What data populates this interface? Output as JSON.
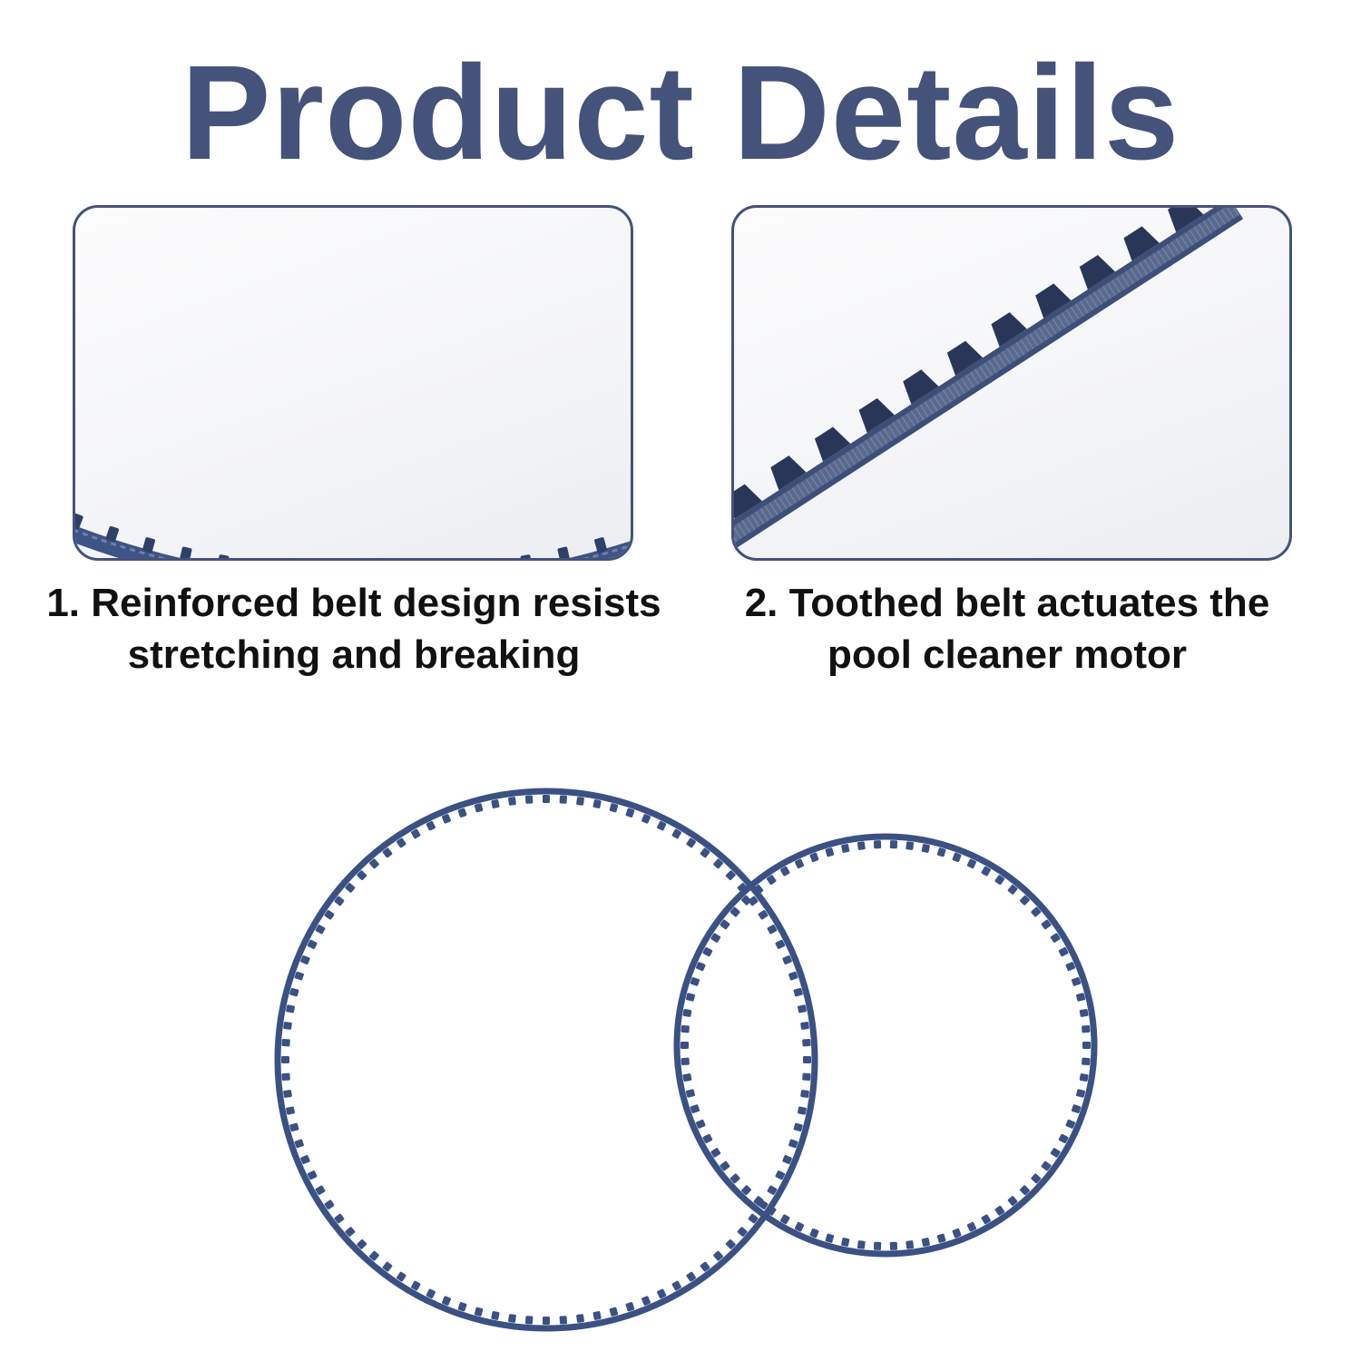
{
  "page": {
    "title": "Product Details",
    "accent_color": "#45527a",
    "belt_color": "#3b5183",
    "caption_color": "#111111"
  },
  "features": [
    {
      "caption": "1. Reinforced belt design resists stretching and breaking",
      "image_icon": "belt-curve-closeup"
    },
    {
      "caption": "2. Toothed belt actuates the pool cleaner motor",
      "image_icon": "belt-teeth-closeup"
    }
  ],
  "product_image": {
    "icon": "two-toothed-belts"
  }
}
